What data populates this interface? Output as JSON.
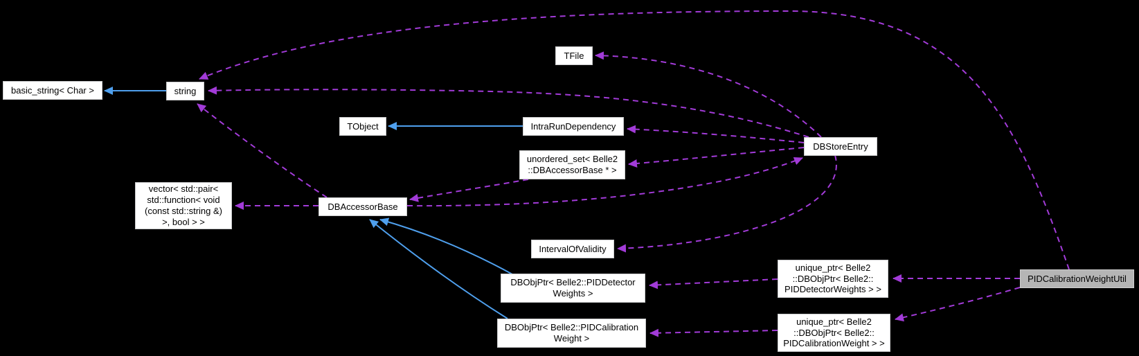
{
  "diagram": {
    "title": "PIDCalibrationWeightUtil collaboration graph",
    "colors": {
      "background": "#000000",
      "node_fill": "#ffffff",
      "node_border": "#c9cacb",
      "highlight_fill": "#b5b5b5",
      "usage_edge": "#a23bd8",
      "inheritance_edge": "#4fa0ee",
      "text": "#000000"
    },
    "nodes": {
      "basic_string": {
        "label": "basic_string< Char >"
      },
      "string": {
        "label": "string"
      },
      "tfile": {
        "label": "TFile"
      },
      "tobject": {
        "label": "TObject"
      },
      "intrarundependency": {
        "label": "IntraRunDependency"
      },
      "dbstoreentry": {
        "label": "DBStoreEntry"
      },
      "unordered_set": {
        "label": "unordered_set< Belle2\n::DBAccessorBase * >"
      },
      "vector": {
        "label": "vector< std::pair<\nstd::function< void\n(const std::string &)\n>, bool > >"
      },
      "dbaccessorbase": {
        "label": "DBAccessorBase"
      },
      "intervalofvalidity": {
        "label": "IntervalOfValidity"
      },
      "dbobjptr_det": {
        "label": "DBObjPtr< Belle2::PIDDetector\nWeights >"
      },
      "uniqueptr_det": {
        "label": "unique_ptr< Belle2\n::DBObjPtr< Belle2::\nPIDDetectorWeights > >"
      },
      "pidcalibrationweightutil": {
        "label": "PIDCalibrationWeightUtil"
      },
      "dbobjptr_cal": {
        "label": "DBObjPtr< Belle2::PIDCalibration\nWeight >"
      },
      "uniqueptr_cal": {
        "label": "unique_ptr< Belle2\n::DBObjPtr< Belle2::\nPIDCalibrationWeight > >"
      }
    },
    "relationships": [
      {
        "from": "string",
        "to": "basic_string",
        "type": "inheritance"
      },
      {
        "from": "intrarundependency",
        "to": "tobject",
        "type": "inheritance"
      },
      {
        "from": "dbobjptr_det",
        "to": "dbaccessorbase",
        "type": "inheritance"
      },
      {
        "from": "dbobjptr_cal",
        "to": "dbaccessorbase",
        "type": "inheritance"
      },
      {
        "from": "pidcalibrationweightutil",
        "to": "string",
        "type": "usage"
      },
      {
        "from": "dbstoreentry",
        "to": "string",
        "type": "usage"
      },
      {
        "from": "dbstoreentry",
        "to": "tfile",
        "type": "usage"
      },
      {
        "from": "dbstoreentry",
        "to": "intrarundependency",
        "type": "usage"
      },
      {
        "from": "dbstoreentry",
        "to": "unordered_set",
        "type": "usage"
      },
      {
        "from": "dbstoreentry",
        "to": "intervalofvalidity",
        "type": "usage"
      },
      {
        "from": "unordered_set",
        "to": "dbaccessorbase",
        "type": "usage"
      },
      {
        "from": "dbaccessorbase",
        "to": "dbstoreentry",
        "type": "usage"
      },
      {
        "from": "dbaccessorbase",
        "to": "string",
        "type": "usage"
      },
      {
        "from": "dbaccessorbase",
        "to": "vector",
        "type": "usage"
      },
      {
        "from": "uniqueptr_det",
        "to": "dbobjptr_det",
        "type": "usage"
      },
      {
        "from": "uniqueptr_cal",
        "to": "dbobjptr_cal",
        "type": "usage"
      },
      {
        "from": "pidcalibrationweightutil",
        "to": "uniqueptr_det",
        "type": "usage"
      },
      {
        "from": "pidcalibrationweightutil",
        "to": "uniqueptr_cal",
        "type": "usage"
      }
    ]
  }
}
